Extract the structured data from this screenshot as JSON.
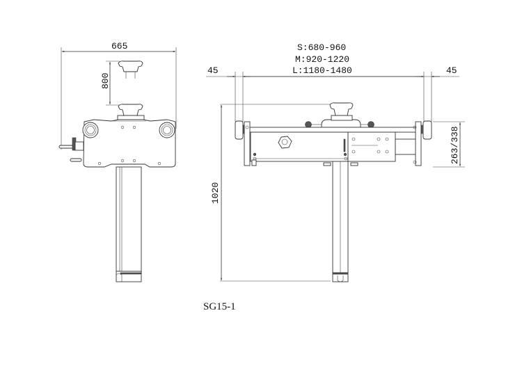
{
  "drawing": {
    "model_label": "SG15-1",
    "side_view": {
      "width_dim": "665",
      "lift_dim": "800"
    },
    "front_view": {
      "span_dims": [
        "S:680-960",
        "M:920-1220",
        "L:1180-1480"
      ],
      "left_offset_dim": "45",
      "right_offset_dim": "45",
      "height_dim": "1020",
      "pad_height_dim": "263/338"
    },
    "colors": {
      "line": "#333333",
      "background": "#ffffff"
    }
  }
}
